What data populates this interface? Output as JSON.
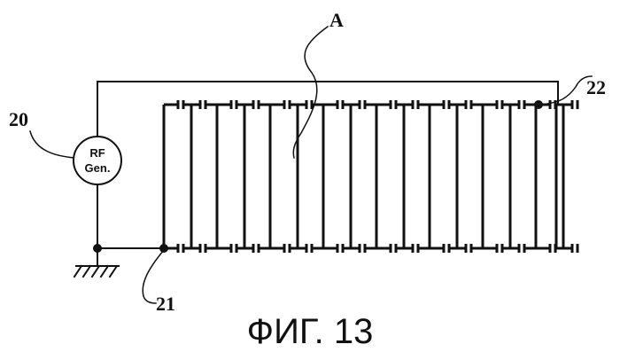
{
  "figure": {
    "caption": "ФИГ. 13",
    "labels": {
      "generator_ref": "20",
      "right_terminal_ref": "22",
      "bottom_node_ref": "21",
      "region": "A"
    },
    "generator": {
      "line1": "RF",
      "line2": "Gen."
    },
    "capacitor_columns": 8
  }
}
